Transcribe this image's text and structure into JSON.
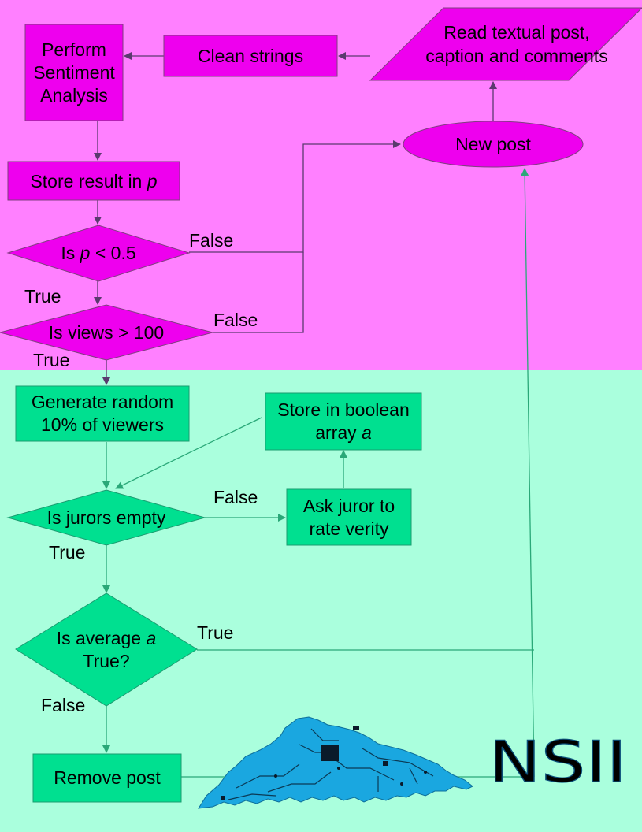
{
  "colors": {
    "top_background": "#ff80ff",
    "bottom_background": "#aaffdd",
    "magenta_fill": "#ee00ee",
    "magenta_stroke": "#7f3f7f",
    "magenta_arrow": "#5a3a6e",
    "green_fill": "#00e090",
    "green_stroke": "#1a9c70",
    "green_arrow": "#2aa878",
    "logo_blue": "#1aa7e0"
  },
  "nodes": {
    "read_post": {
      "line1": "Read textual post,",
      "line2": "caption and comments"
    },
    "clean_strings": "Clean strings",
    "sentiment": {
      "line1": "Perform",
      "line2": "Sentiment",
      "line3": "Analysis"
    },
    "new_post": "New post",
    "store_result": {
      "prefix": "Store result in ",
      "var": "p"
    },
    "is_p": {
      "prefix": "Is ",
      "var": "p",
      "suffix": " < 0.5"
    },
    "is_views": "Is views > 100",
    "generate": {
      "line1": "Generate random",
      "line2": "10% of viewers"
    },
    "store_bool": {
      "line1": "Store in boolean",
      "line2_prefix": "array ",
      "line2_var": "a"
    },
    "is_jurors": "Is jurors empty",
    "ask_juror": {
      "line1": "Ask juror to",
      "line2": "rate verity"
    },
    "is_average": {
      "line1_prefix": "Is average ",
      "line1_var": "a",
      "line2": "True?"
    },
    "remove_post": "Remove post"
  },
  "edge_labels": {
    "p_false": "False",
    "p_true": "True",
    "views_false": "False",
    "views_true": "True",
    "jurors_false": "False",
    "jurors_true": "True",
    "average_true": "True",
    "average_false": "False"
  },
  "logo": {
    "text": "NSII",
    "icon": "circuit-board-peninsula-icon"
  }
}
